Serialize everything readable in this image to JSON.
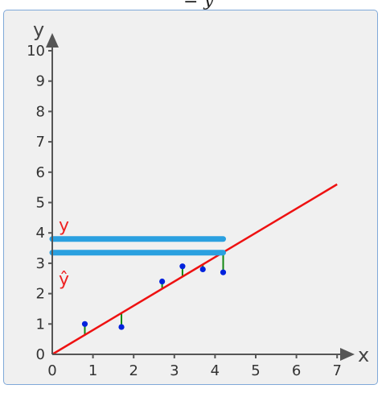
{
  "formula_fragment": "= y",
  "chart_data": {
    "type": "scatter",
    "x_axis": {
      "label": "x",
      "range": [
        0,
        7
      ],
      "ticks": [
        "0",
        "1",
        "2",
        "3",
        "4",
        "5",
        "6",
        "7"
      ]
    },
    "y_axis": {
      "label": "y",
      "range": [
        0,
        10
      ],
      "ticks": [
        "0",
        "1",
        "2",
        "3",
        "4",
        "5",
        "6",
        "7",
        "8",
        "9",
        "10"
      ]
    },
    "points": [
      {
        "x": 0.8,
        "y": 1.0
      },
      {
        "x": 1.7,
        "y": 0.9
      },
      {
        "x": 2.7,
        "y": 2.4
      },
      {
        "x": 3.2,
        "y": 2.9
      },
      {
        "x": 3.7,
        "y": 2.8
      },
      {
        "x": 4.2,
        "y": 2.7
      }
    ],
    "regression_line": {
      "from": [
        0,
        0
      ],
      "to": [
        7,
        5.6
      ]
    },
    "highlight": {
      "x": 4.2,
      "y_observed_level": 3.8,
      "y_predicted_level": 3.35
    },
    "labels": {
      "y": "y",
      "y_hat": "ŷ"
    },
    "colors": {
      "points": "#0022dd",
      "regression": "#ee1111",
      "residuals": "#118811",
      "highlight": "#2aa0e0",
      "axes": "#555555"
    }
  }
}
